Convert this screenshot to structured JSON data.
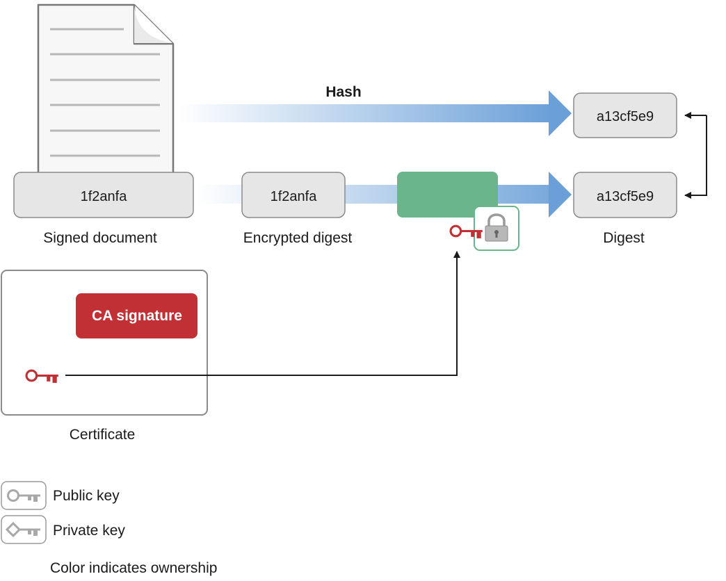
{
  "hash_label": "Hash",
  "document": {
    "value": "1f2anfa",
    "caption": "Signed document"
  },
  "encrypted_digest": {
    "value": "1f2anfa",
    "caption": "Encrypted digest"
  },
  "digest": {
    "top_value": "a13cf5e9",
    "bottom_value": "a13cf5e9",
    "caption": "Digest"
  },
  "certificate": {
    "signature_label": "CA signature",
    "caption": "Certificate"
  },
  "legend": {
    "public_key": "Public key",
    "private_key": "Private key",
    "note": "Color indicates ownership"
  },
  "colors": {
    "arrow_blue": "#6a9fd8",
    "key_red": "#c03035",
    "decrypt_green": "#6ab58b",
    "box_fill": "#e6e6e6",
    "box_stroke": "#8a8a8a"
  }
}
